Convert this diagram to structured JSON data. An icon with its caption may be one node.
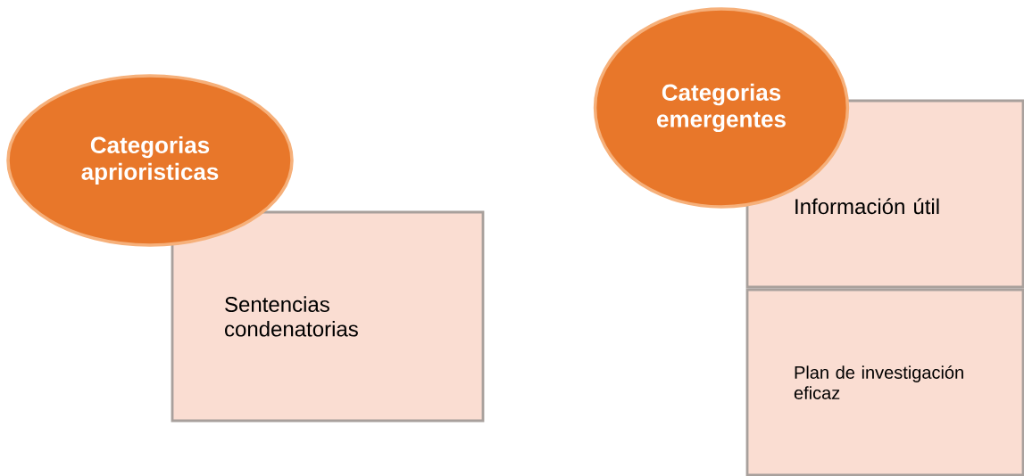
{
  "diagram": {
    "nodes": [
      {
        "text": [
          "Categorias aprioristicas"
        ]
      },
      {
        "text": [
          "Sentencias condenatorias"
        ]
      },
      {
        "text": [
          "Categorias emergentes"
        ]
      },
      {
        "text": [
          "Información útil"
        ]
      },
      {
        "text": [
          "Plan de investigación eficaz"
        ]
      }
    ]
  }
}
